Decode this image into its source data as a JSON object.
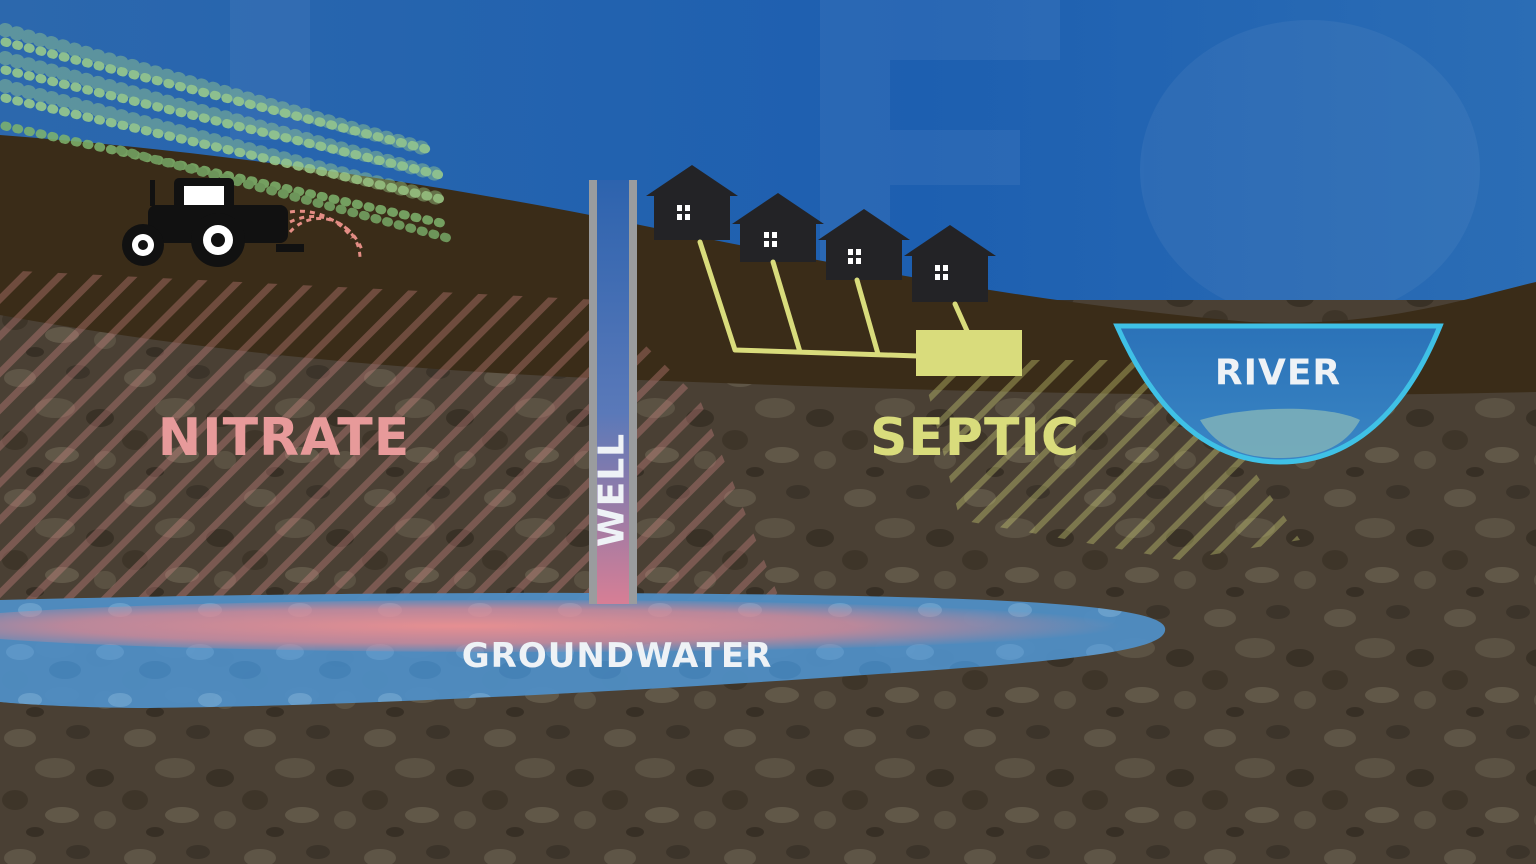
{
  "labels": {
    "nitrate": "NITRATE",
    "septic": "SEPTIC",
    "river": "RIVER",
    "well": "WELL",
    "groundwater": "GROUNDWATER"
  },
  "colors": {
    "sky": "#1d5fae",
    "topsoil": "#3a2c18",
    "subsoil": "#4a4034",
    "nitrate": "#e79a9a",
    "septic": "#d9dc7c",
    "water": "#4f8ec4",
    "river_outline": "#3fc1e6",
    "label_white": "#eef2f6",
    "building": "#232326",
    "crop": "#9fcf8a"
  }
}
